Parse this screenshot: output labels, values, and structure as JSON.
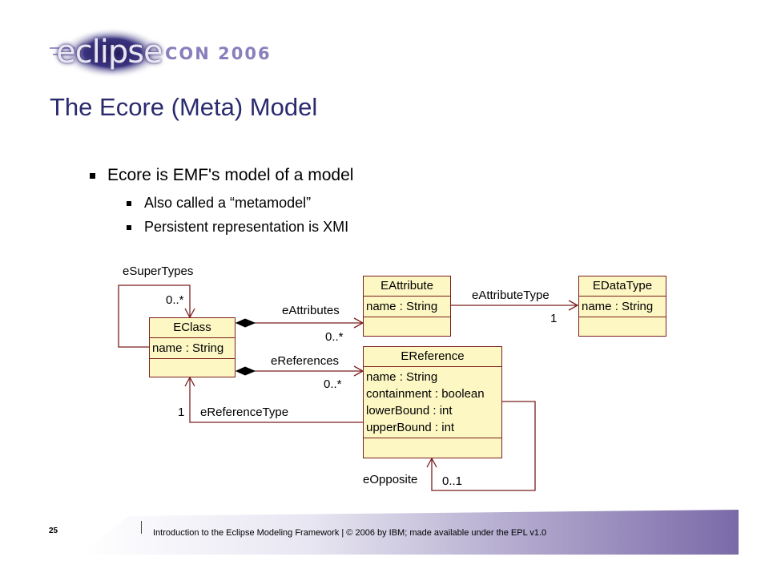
{
  "logo": {
    "part1": "eclipse",
    "part2": "CON 2006"
  },
  "slide": {
    "title": "The Ecore (Meta) Model",
    "bullets": [
      {
        "level": 1,
        "text": "Ecore is EMF's model of a model"
      },
      {
        "level": 2,
        "text": "Also called a “metamodel”"
      },
      {
        "level": 2,
        "text": "Persistent representation is XMI"
      }
    ]
  },
  "diagram": {
    "classes": {
      "eclass": {
        "name": "EClass",
        "attributes": [
          "name : String"
        ]
      },
      "eattribute": {
        "name": "EAttribute",
        "attributes": [
          "name : String"
        ]
      },
      "edatatype": {
        "name": "EDataType",
        "attributes": [
          "name : String"
        ]
      },
      "ereference": {
        "name": "EReference",
        "attributes": [
          "name : String",
          "containment : boolean",
          "lowerBound : int",
          "upperBound : int"
        ]
      }
    },
    "labels": {
      "esupertypes": "eSuperTypes",
      "esupertypes_mult": "0..*",
      "eattributes": "eAttributes",
      "eattributes_mult": "0..*",
      "ereferences": "eReferences",
      "ereferences_mult": "0..*",
      "eattributetype": "eAttributeType",
      "eattributetype_mult": "1",
      "ereferencetype": "eReferenceType",
      "ereferencetype_mult": "1",
      "eopposite": "eOpposite",
      "eopposite_mult": "0..1"
    },
    "colors": {
      "class_fill": "#fdf7c3",
      "class_border": "#7a1e1e",
      "association_line": "#7a1e1e"
    }
  },
  "footer": {
    "page_number": "25",
    "text": "Introduction to the Eclipse Modeling Framework  |  © 2006 by IBM; made available under the EPL v1.0"
  },
  "colors": {
    "title": "#2a2a6e",
    "footer_band_start": "#ffffff",
    "footer_band_end": "#7a6aa8"
  }
}
